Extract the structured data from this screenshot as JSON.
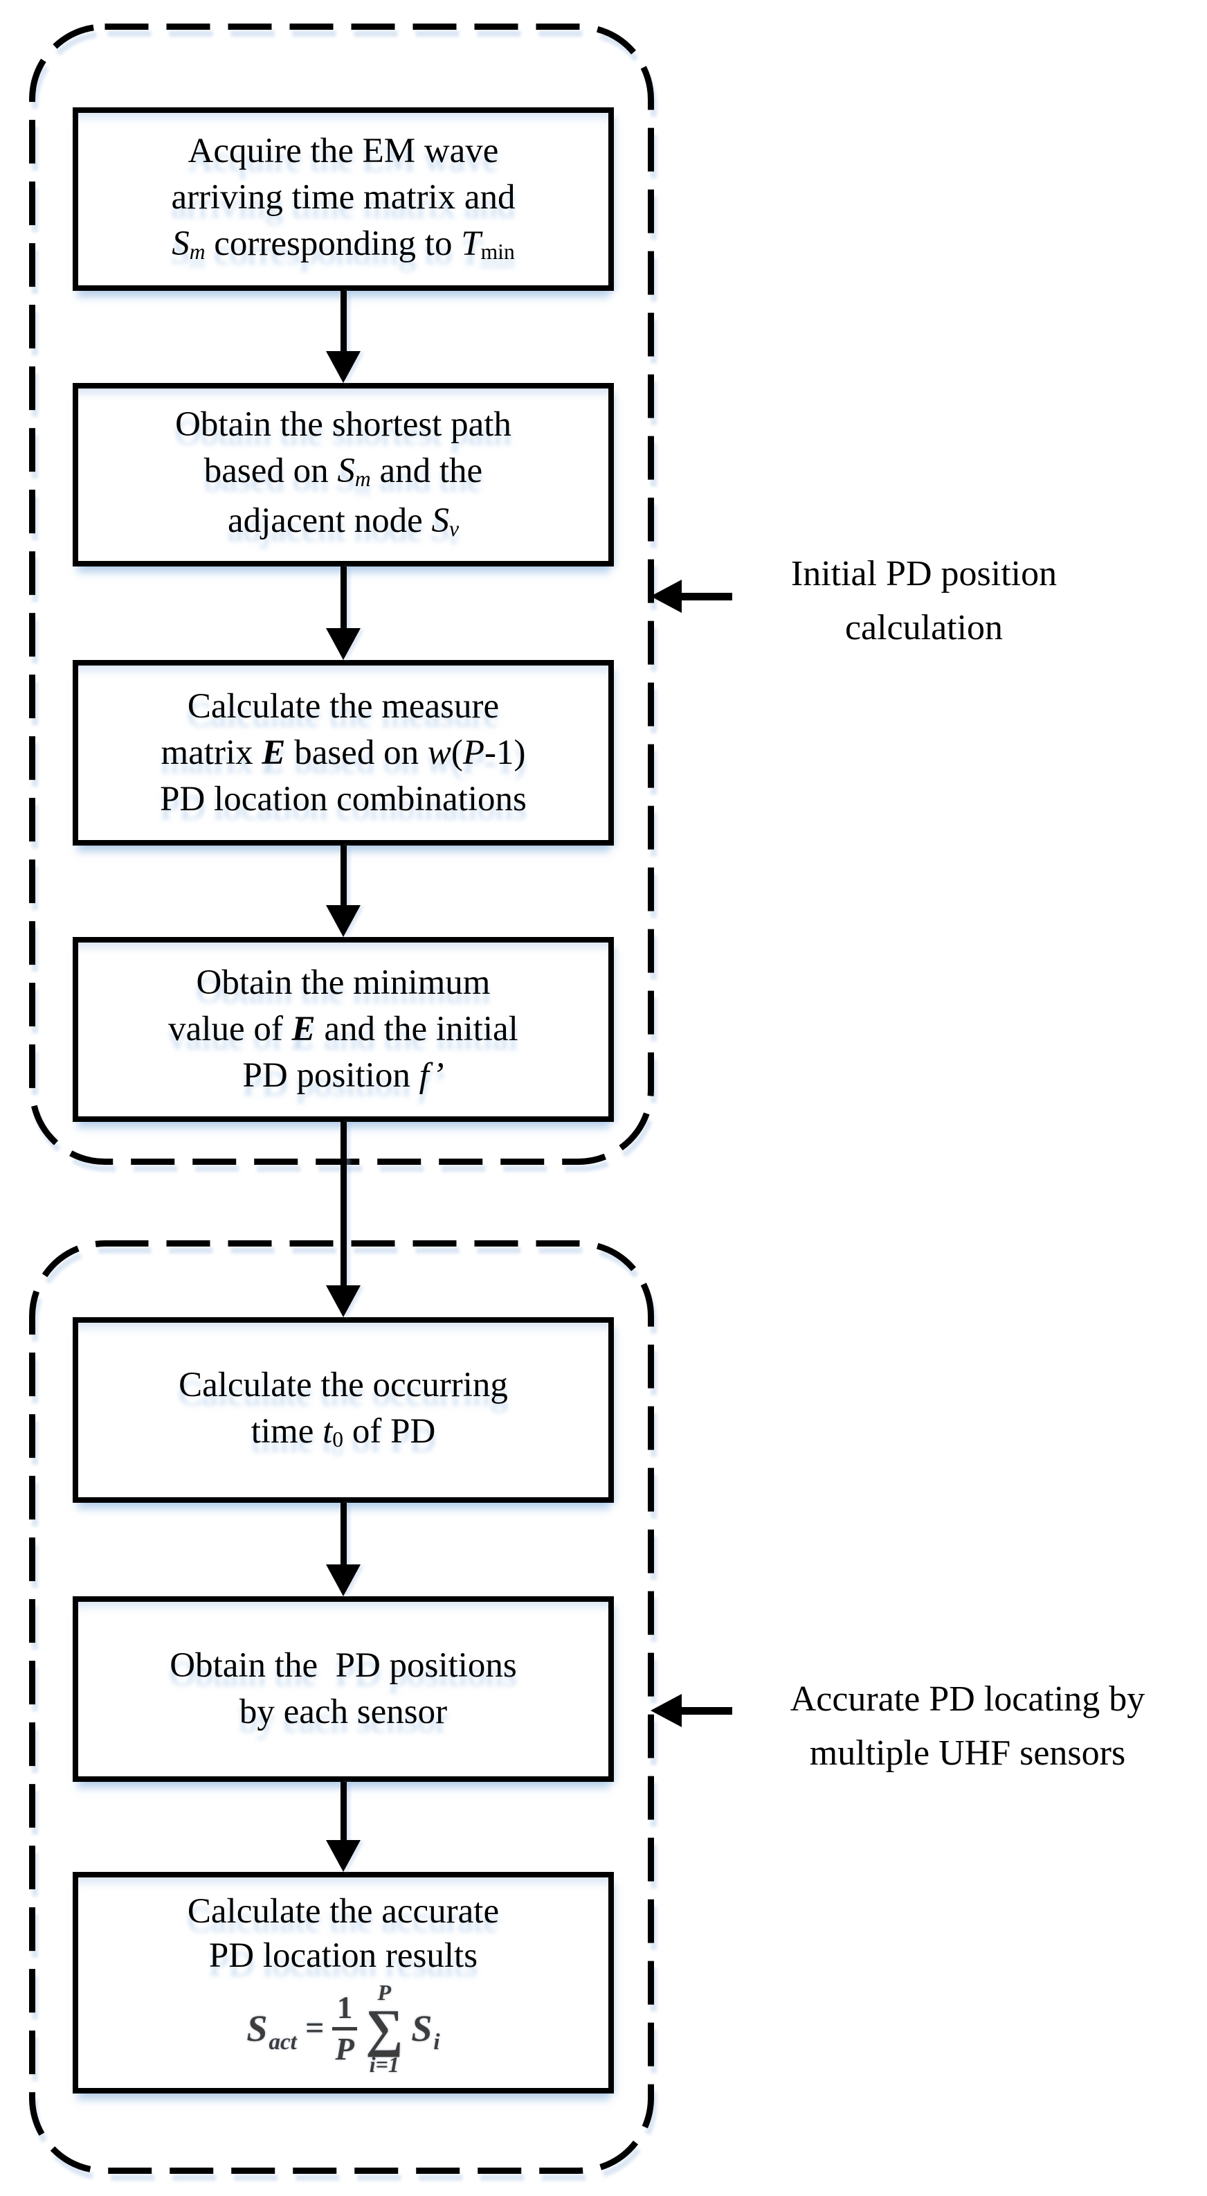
{
  "diagram": {
    "groups": [
      {
        "annotation": {
          "lines": [
            "Initial PD position",
            "calculation"
          ]
        },
        "boxes": [
          {
            "lines": [
              [
                {
                  "t": "Acquire the EM wave",
                  "f": "r"
                }
              ],
              [
                {
                  "t": "arriving time matrix and",
                  "f": "r"
                }
              ],
              [
                {
                  "t": "S",
                  "f": "i"
                },
                {
                  "t": "m",
                  "f": "subi"
                },
                {
                  "t": " corresponding to ",
                  "f": "r"
                },
                {
                  "t": "T",
                  "f": "i"
                },
                {
                  "t": "min",
                  "f": "sub"
                }
              ]
            ]
          },
          {
            "lines": [
              [
                {
                  "t": "Obtain the shortest path",
                  "f": "r"
                }
              ],
              [
                {
                  "t": "based on ",
                  "f": "r"
                },
                {
                  "t": "S",
                  "f": "i"
                },
                {
                  "t": "m",
                  "f": "subi"
                },
                {
                  "t": " and the",
                  "f": "r"
                }
              ],
              [
                {
                  "t": "adjacent node ",
                  "f": "r"
                },
                {
                  "t": "S",
                  "f": "i"
                },
                {
                  "t": "v",
                  "f": "subi"
                }
              ]
            ]
          },
          {
            "lines": [
              [
                {
                  "t": "Calculate the measure",
                  "f": "r"
                }
              ],
              [
                {
                  "t": "matrix ",
                  "f": "r"
                },
                {
                  "t": "E",
                  "f": "bi"
                },
                {
                  "t": " based on ",
                  "f": "r"
                },
                {
                  "t": "w",
                  "f": "i"
                },
                {
                  "t": "(",
                  "f": "r"
                },
                {
                  "t": "P",
                  "f": "i"
                },
                {
                  "t": "-1)",
                  "f": "r"
                }
              ],
              [
                {
                  "t": "PD location combinations",
                  "f": "r"
                }
              ]
            ]
          },
          {
            "lines": [
              [
                {
                  "t": "Obtain the minimum",
                  "f": "r"
                }
              ],
              [
                {
                  "t": "value of ",
                  "f": "r"
                },
                {
                  "t": "E",
                  "f": "bi"
                },
                {
                  "t": " and the initial",
                  "f": "r"
                }
              ],
              [
                {
                  "t": "PD position ",
                  "f": "r"
                },
                {
                  "t": "f’",
                  "f": "i"
                }
              ]
            ]
          }
        ]
      },
      {
        "annotation": {
          "lines": [
            "Accurate PD locating by",
            "multiple UHF sensors"
          ]
        },
        "boxes": [
          {
            "lines": [
              [
                {
                  "t": "Calculate the occurring",
                  "f": "r"
                }
              ],
              [
                {
                  "t": "time ",
                  "f": "r"
                },
                {
                  "t": "t",
                  "f": "i"
                },
                {
                  "t": "0",
                  "f": "sub"
                },
                {
                  "t": " of PD",
                  "f": "r"
                }
              ]
            ]
          },
          {
            "lines": [
              [
                {
                  "t": "Obtain the  PD positions",
                  "f": "r"
                }
              ],
              [
                {
                  "t": "by each sensor",
                  "f": "r"
                }
              ]
            ]
          },
          {
            "lines": [
              [
                {
                  "t": "Calculate the accurate",
                  "f": "r"
                }
              ],
              [
                {
                  "t": "PD location results",
                  "f": "r"
                }
              ]
            ],
            "formula": {
              "lhs_base": "S",
              "lhs_sub": "act",
              "eq": "=",
              "frac_num": "1",
              "frac_den": "P",
              "sum_top": "P",
              "sum_symbol": "∑",
              "sum_bottom": "i=1",
              "rhs_base": "S",
              "rhs_sub": "i"
            }
          }
        ]
      }
    ],
    "colors": {
      "stroke": "#000000",
      "formula": "#3d3d3d",
      "artifact_blue": "#96b9e1",
      "background": "#ffffff"
    }
  }
}
